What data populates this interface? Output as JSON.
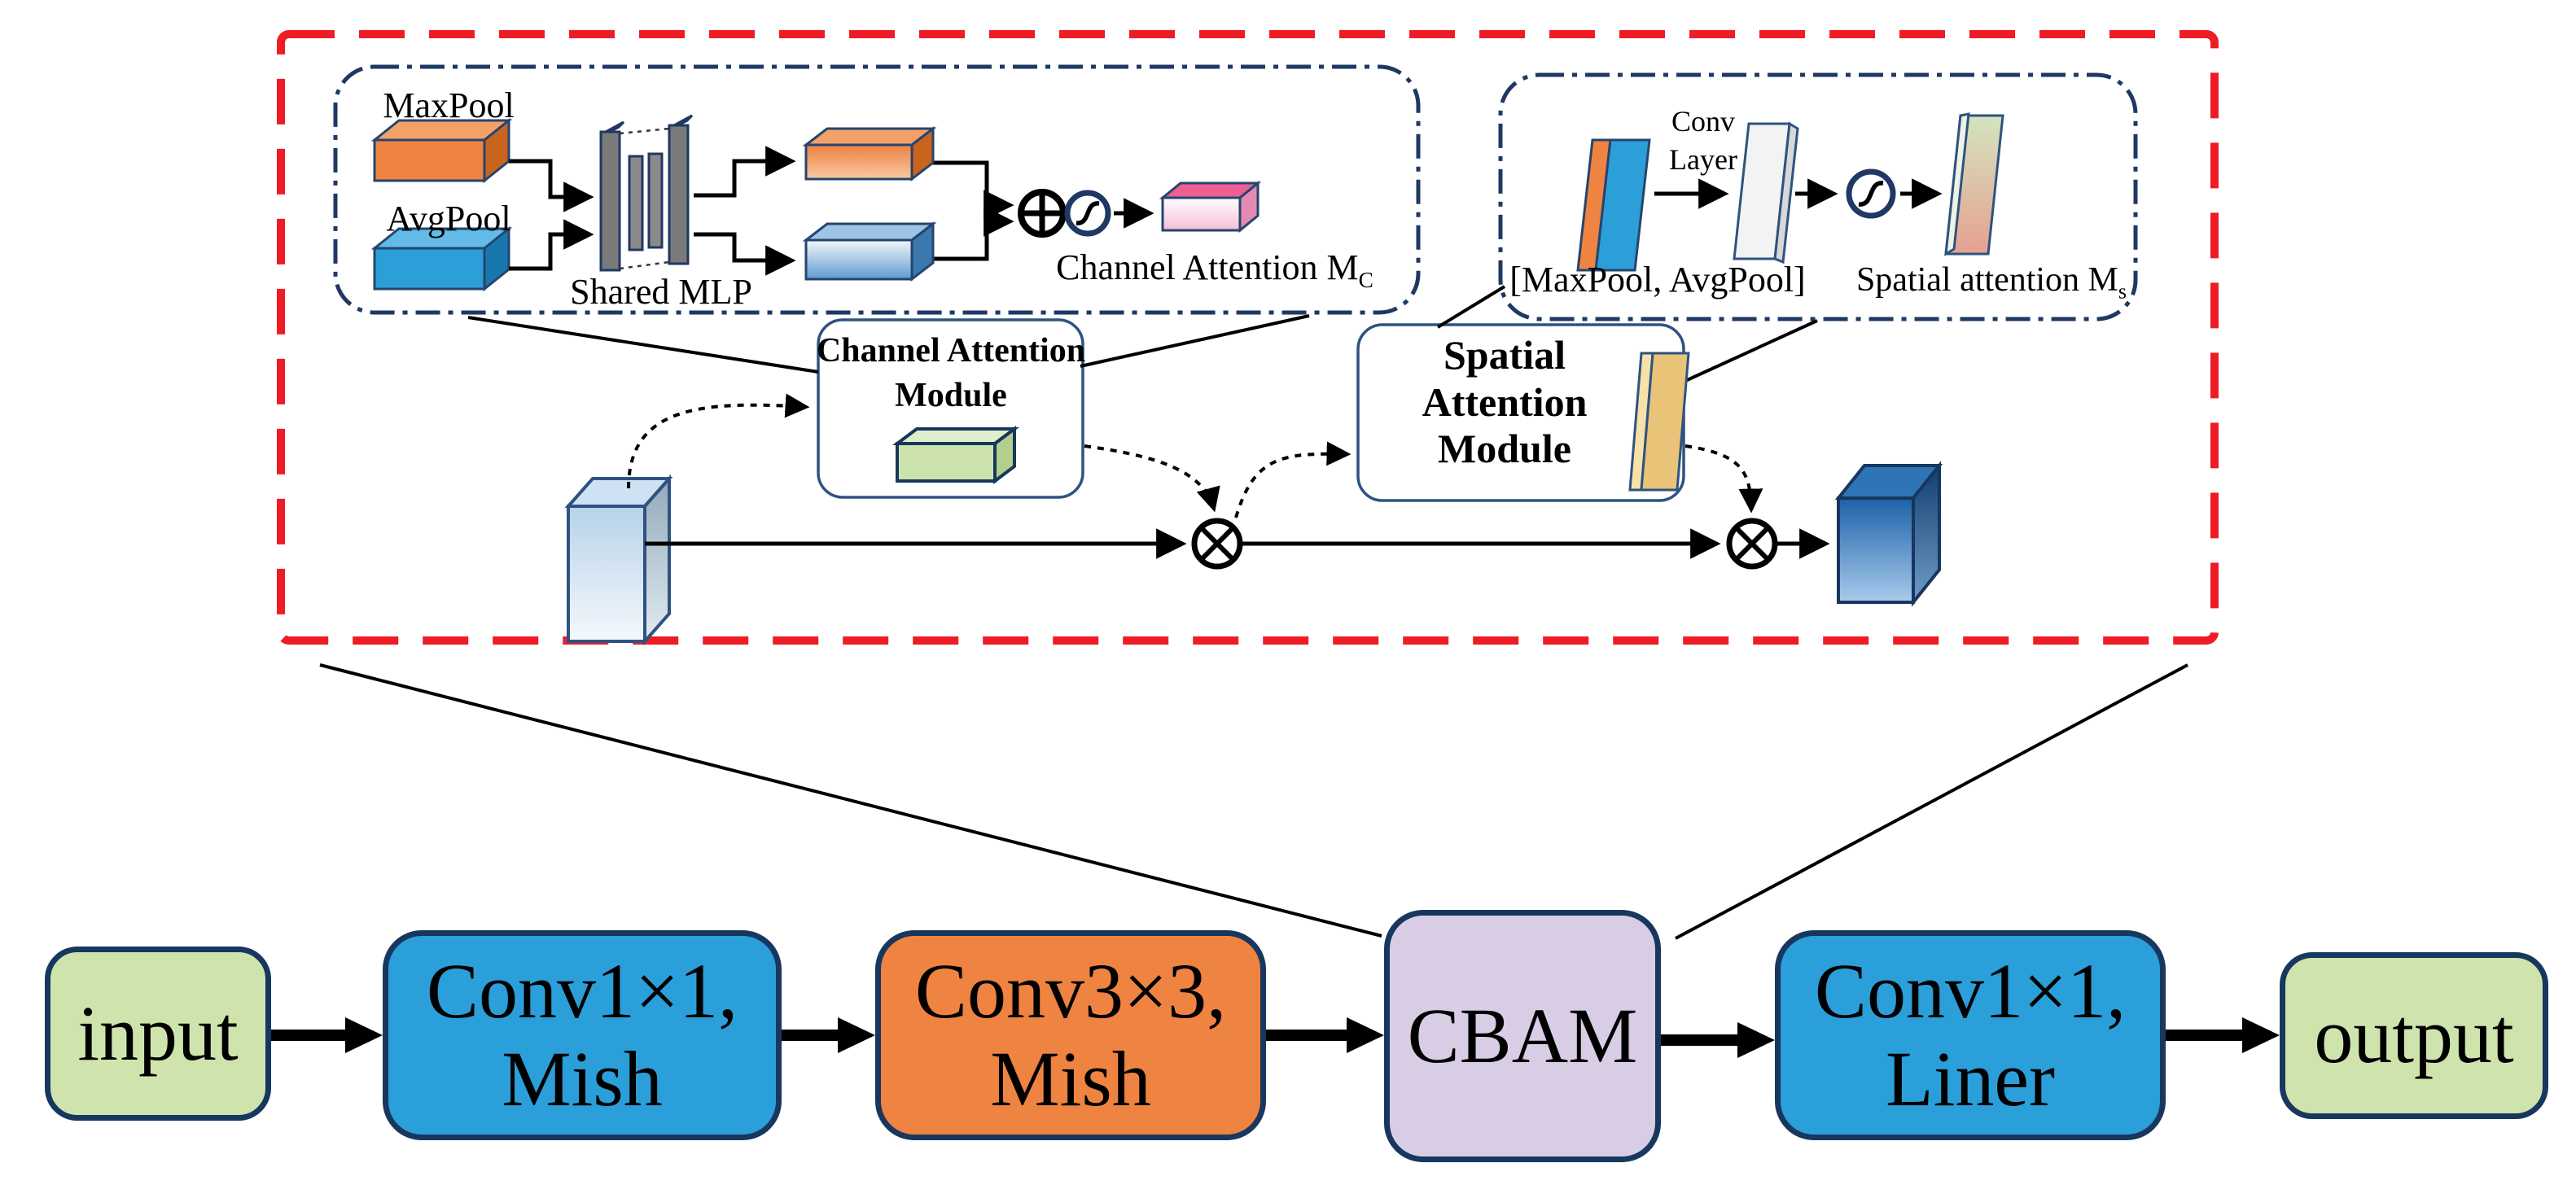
{
  "diagram": {
    "channel_detail": {
      "maxpool_label": "MaxPool",
      "avgpool_label": "AvgPool",
      "shared_mlp_label": "Shared MLP",
      "output_label": "Channel Attention M",
      "output_label_sub": "C"
    },
    "spatial_detail": {
      "conv_layer_line1": "Conv",
      "conv_layer_line2": "Layer",
      "concat_label": "[MaxPool,  AvgPool]",
      "output_label": "Spatial attention M",
      "output_label_sub": "s"
    },
    "channel_module": {
      "line1": "Channel Attention",
      "line2": "Module"
    },
    "spatial_module": {
      "line1": "Spatial",
      "line2": "Attention",
      "line3": "Module"
    }
  },
  "pipeline": {
    "input_label": "input",
    "conv1_line1": "Conv1×1,",
    "conv1_line2": "Mish",
    "conv3_line1": "Conv3×3,",
    "conv3_line2": "Mish",
    "cbam_label": "CBAM",
    "conv1b_line1": "Conv1×1,",
    "conv1b_line2": "Liner",
    "output_label": "output"
  },
  "colors": {
    "red_dashed_border": "#ee1c25",
    "navy_dashdot_border": "#1f3864",
    "callout_border": "#2e5380",
    "pipeline_border": "#17375e",
    "green_box": "#cfe3ac",
    "blue_box": "#2b9fd9",
    "orange_box": "#ef8341",
    "lavender_box": "#d9cde6",
    "pink_attention": "#ee5f94",
    "yellow_plate": "#e9c478"
  },
  "icons": {
    "add_icon": "circled plus (element-wise add)",
    "sigmoid_icon": "circled S-curve (sigmoid)",
    "multiply_icon": "circled X (element-wise multiply)"
  }
}
